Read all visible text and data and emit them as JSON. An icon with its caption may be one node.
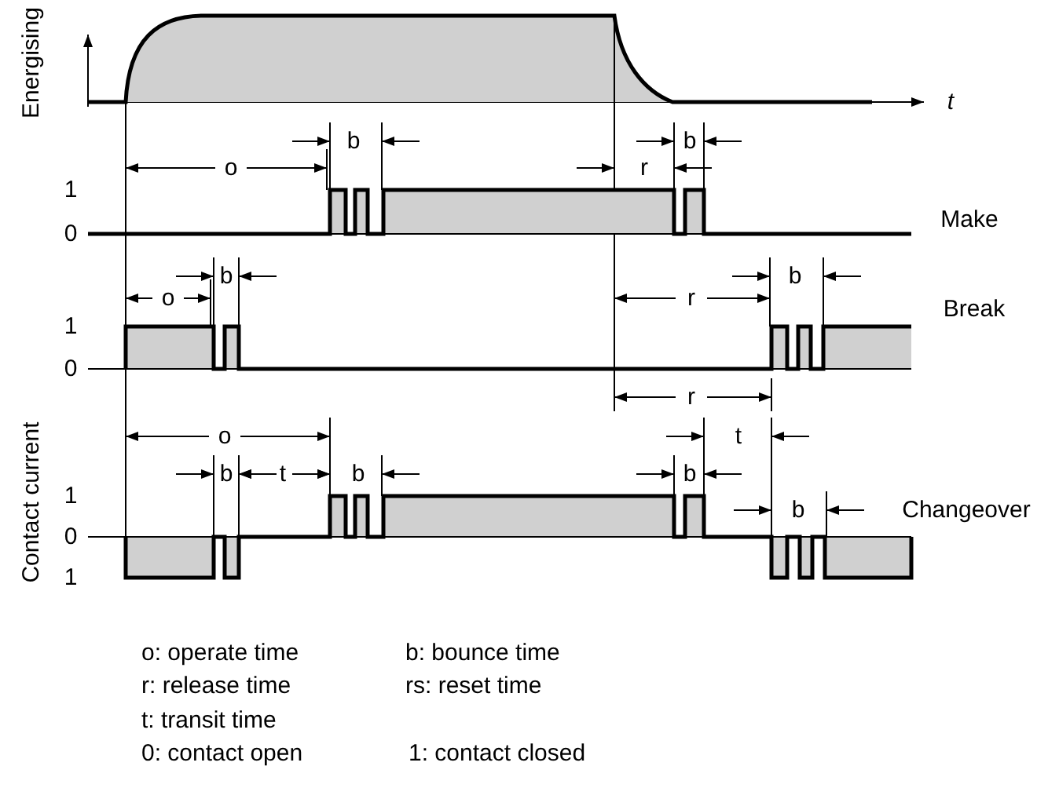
{
  "diagram": {
    "labels": [
      "Energising",
      "t",
      "b",
      "b",
      "o",
      "r",
      "1",
      "Make",
      "0",
      "b",
      "b",
      "o",
      "r",
      "Break",
      "1",
      "0",
      "r",
      "o",
      "t",
      "b",
      "t",
      "b",
      "b",
      "1",
      "Contact current",
      "b",
      "Changeover",
      "0",
      "1",
      "o: operate time",
      "b: bounce time",
      "r: release time",
      "rs: reset time",
      "t: transit time",
      "0: contact open",
      "1: contact closed"
    ]
  }
}
